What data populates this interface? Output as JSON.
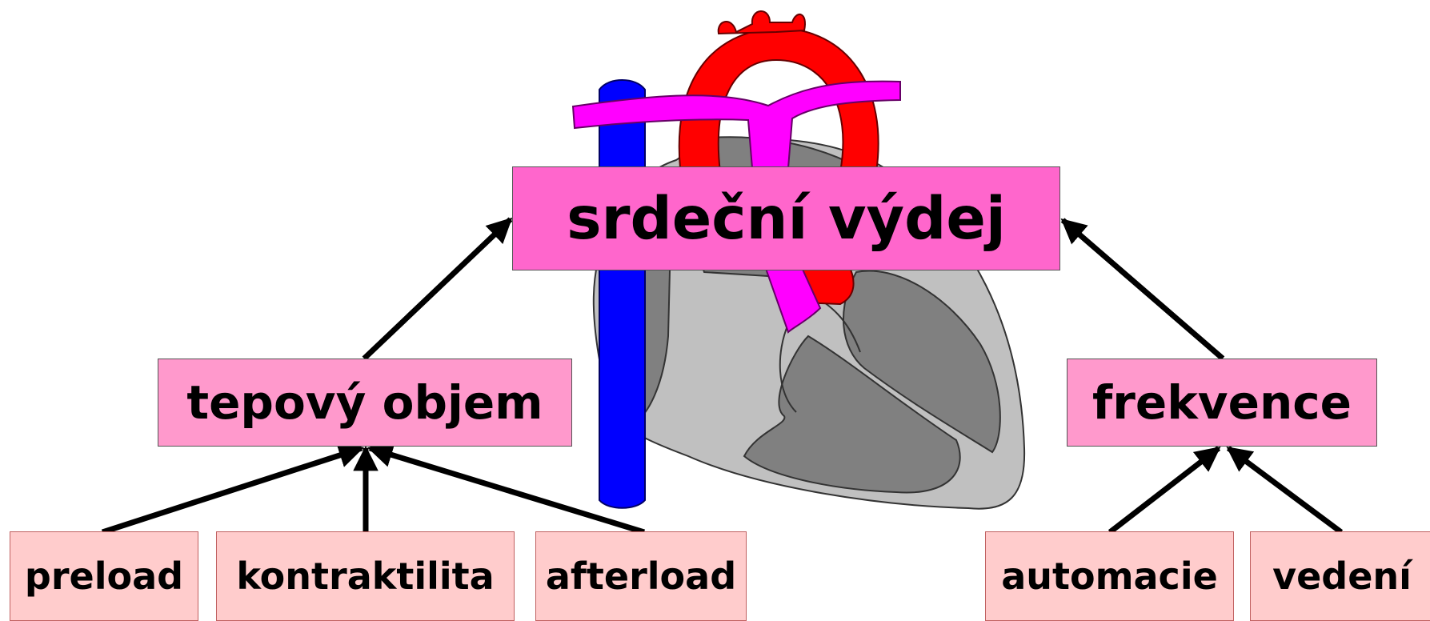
{
  "diagram": {
    "main": {
      "label": "srdeční výdej"
    },
    "stroke_volume": {
      "label": "tepový objem"
    },
    "rate": {
      "label": "frekvence"
    },
    "factors": {
      "preload": "preload",
      "contractility": "kontraktilita",
      "afterload": "afterload",
      "automaticity": "automacie",
      "conduction": "vedení"
    }
  },
  "colors": {
    "main_box": "#ff66cc",
    "mid_box": "#ff99cc",
    "leaf_box": "#ffcccc",
    "aorta": "#ff0000",
    "pulmonary_artery": "#ff00ff",
    "vena_cava": "#0000ff",
    "heart_wall": "#c0c0c0",
    "heart_chamber": "#808080"
  },
  "icons": [
    "heart-illustration-icon",
    "arrow-icon"
  ]
}
